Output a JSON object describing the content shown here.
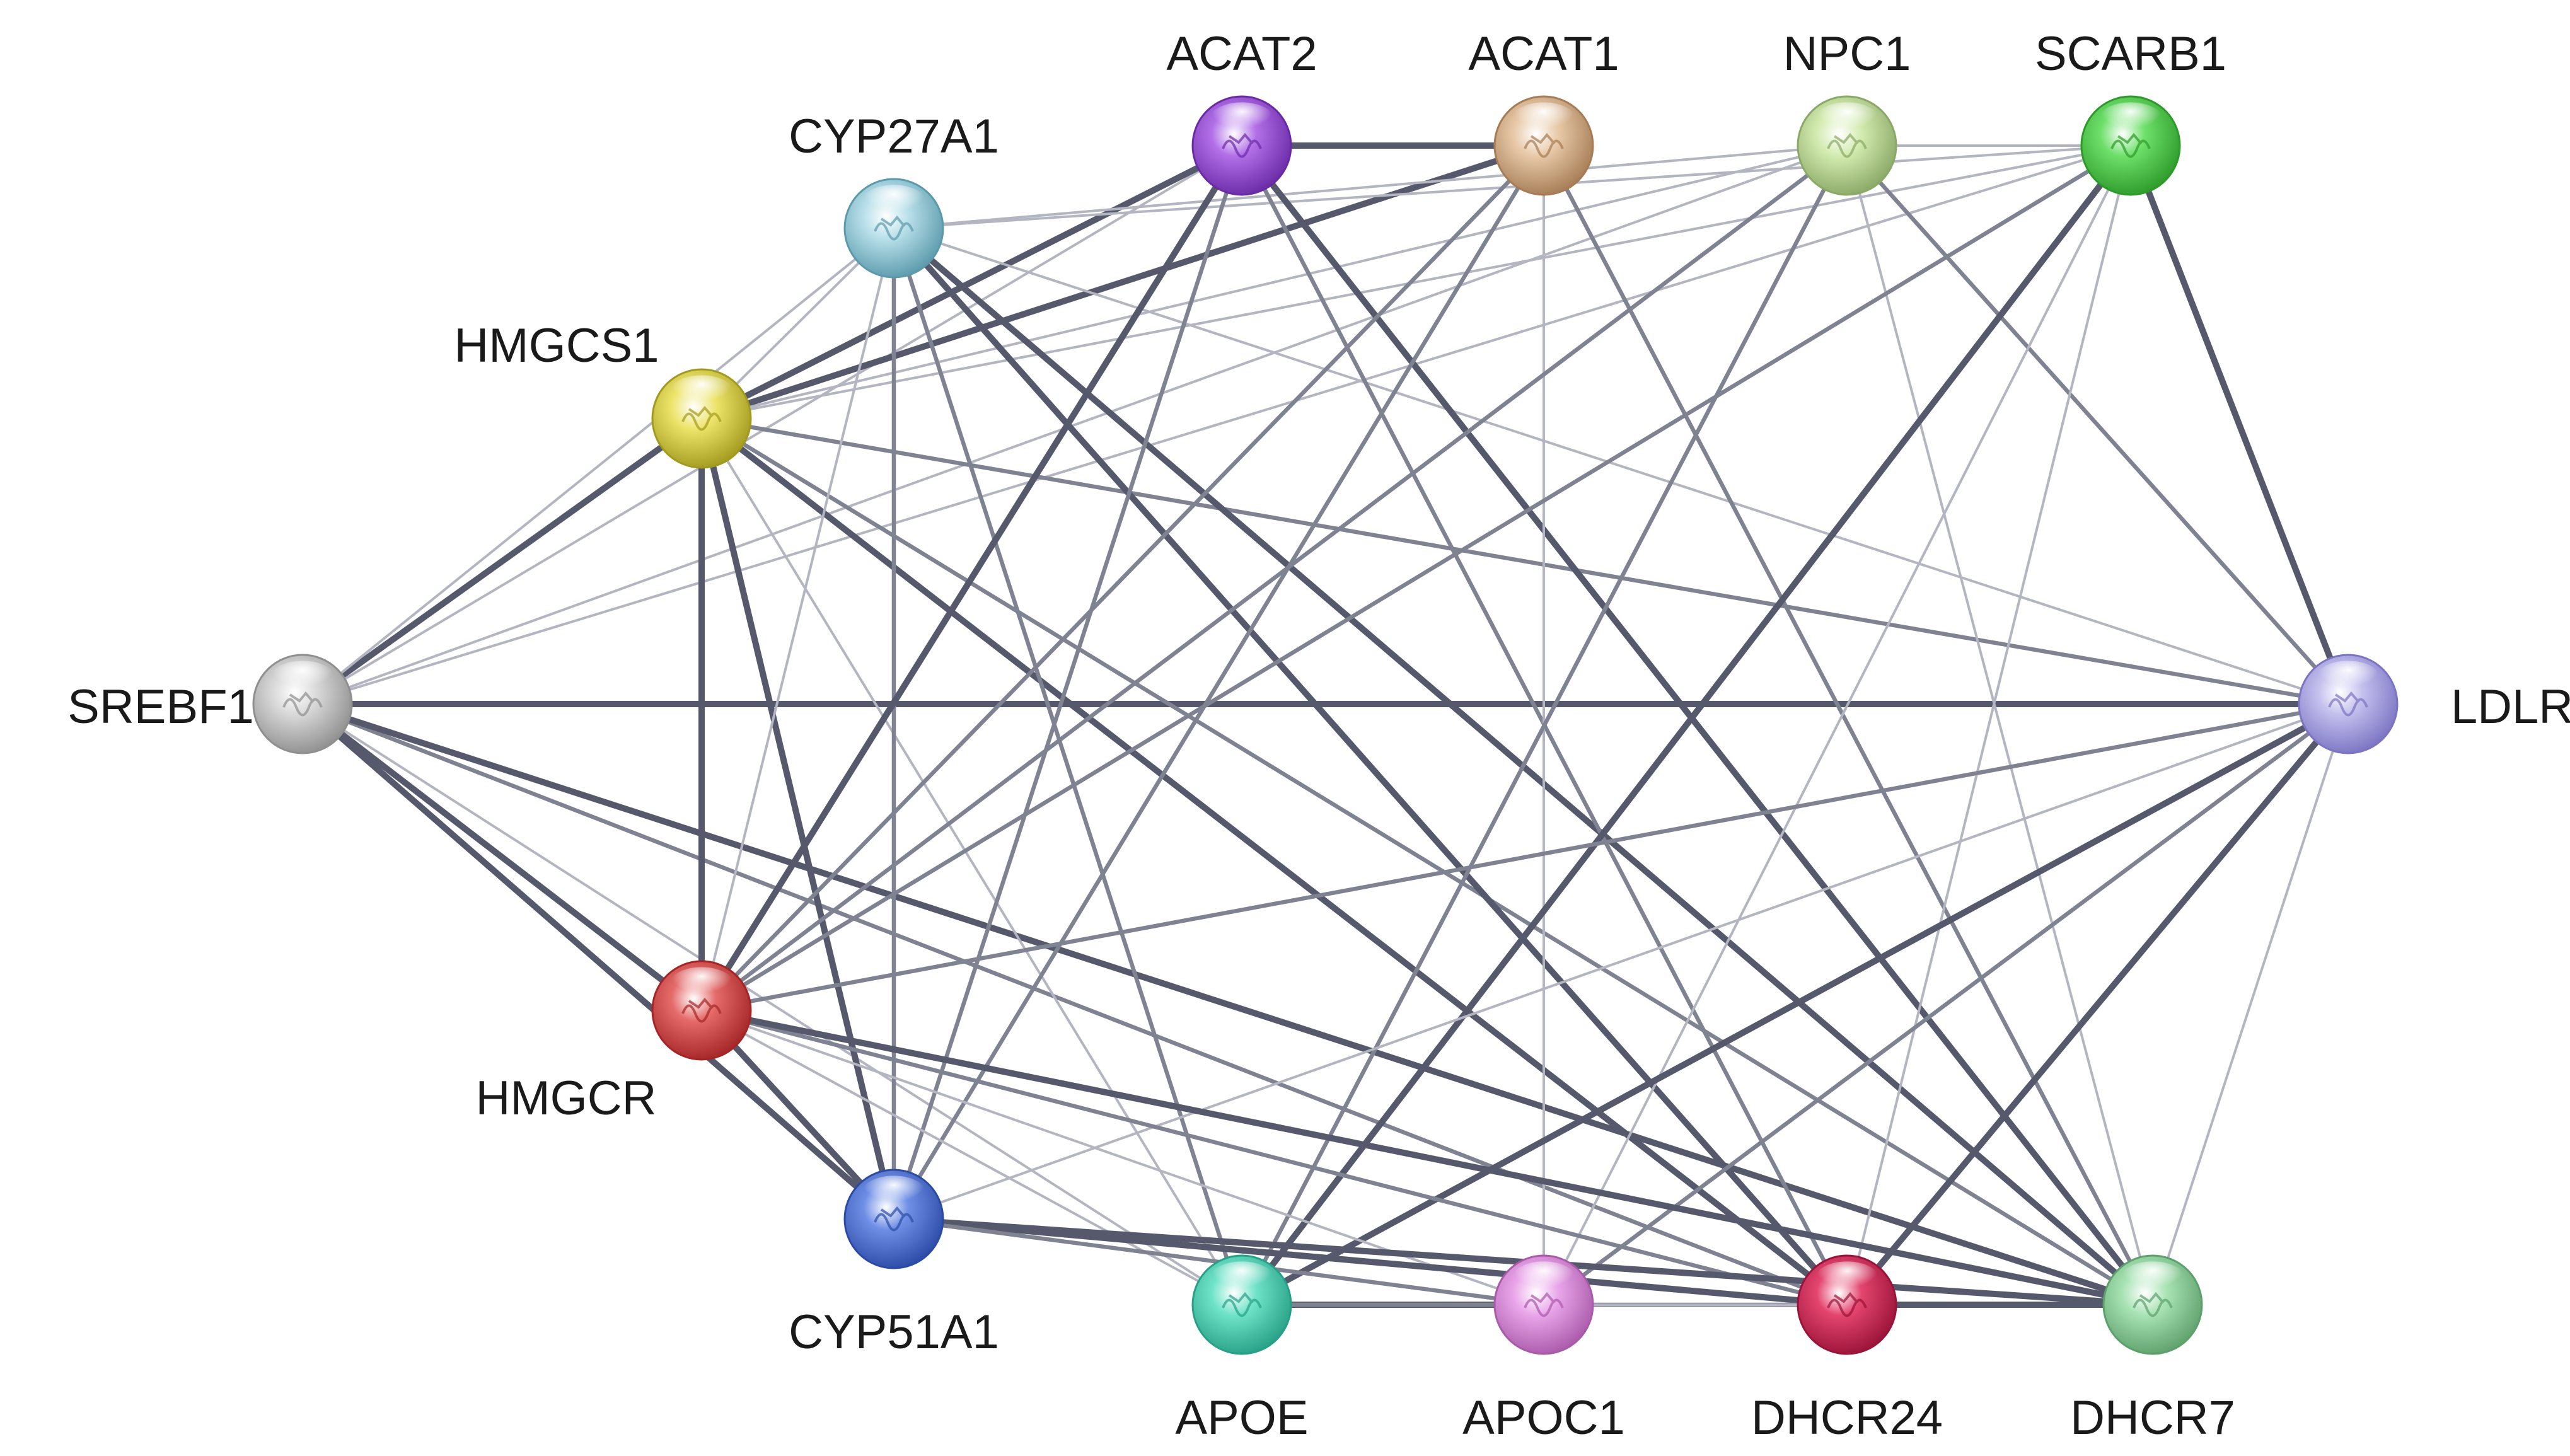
{
  "nodes": [
    {
      "id": "SREBF1",
      "label": "SREBF1",
      "color": "#d9d9d9",
      "dark": "#8f8f8f",
      "label_side": "left"
    },
    {
      "id": "HMGCS1",
      "label": "HMGCS1",
      "color": "#ede46a",
      "dark": "#a29a1e",
      "label_side": "above-left"
    },
    {
      "id": "CYP27A1",
      "label": "CYP27A1",
      "color": "#b9e0ea",
      "dark": "#5b9aab",
      "label_side": "above"
    },
    {
      "id": "ACAT2",
      "label": "ACAT2",
      "color": "#b26fe8",
      "dark": "#6a2aa6",
      "label_side": "above"
    },
    {
      "id": "ACAT1",
      "label": "ACAT1",
      "color": "#e8c9a8",
      "dark": "#a57c55",
      "label_side": "above"
    },
    {
      "id": "NPC1",
      "label": "NPC1",
      "color": "#d3ebb0",
      "dark": "#8aa866",
      "label_side": "above"
    },
    {
      "id": "SCARB1",
      "label": "SCARB1",
      "color": "#6ee06a",
      "dark": "#2d9a2a",
      "label_side": "above"
    },
    {
      "id": "LDLR",
      "label": "LDLR",
      "color": "#c4c0ee",
      "dark": "#7a74c2",
      "label_side": "right"
    },
    {
      "id": "HMGCR",
      "label": "HMGCR",
      "color": "#e56a6a",
      "dark": "#a42525",
      "label_side": "below-left"
    },
    {
      "id": "CYP51A1",
      "label": "CYP51A1",
      "color": "#6f8fe6",
      "dark": "#2a4aa6",
      "label_side": "below"
    },
    {
      "id": "APOE",
      "label": "APOE",
      "color": "#6fe3c8",
      "dark": "#26a086",
      "label_side": "below"
    },
    {
      "id": "APOC1",
      "label": "APOC1",
      "color": "#eaa6ea",
      "dark": "#a95aa9",
      "label_side": "below"
    },
    {
      "id": "DHCR24",
      "label": "DHCR24",
      "color": "#e4456f",
      "dark": "#9a1338",
      "label_side": "below"
    },
    {
      "id": "DHCR7",
      "label": "DHCR7",
      "color": "#a8e3b4",
      "dark": "#5ea06c",
      "label_side": "below"
    }
  ],
  "edge_colors": {
    "strong": "#55596b",
    "medium": "#7e8291",
    "weak": "#b3b6c0"
  },
  "edges": [
    [
      "SREBF1",
      "LDLR",
      "strong"
    ],
    [
      "SREBF1",
      "HMGCS1",
      "strong"
    ],
    [
      "SREBF1",
      "HMGCR",
      "strong"
    ],
    [
      "SREBF1",
      "CYP51A1",
      "strong"
    ],
    [
      "SREBF1",
      "CYP27A1",
      "weak"
    ],
    [
      "SREBF1",
      "ACAT2",
      "weak"
    ],
    [
      "SREBF1",
      "NPC1",
      "weak"
    ],
    [
      "SREBF1",
      "SCARB1",
      "weak"
    ],
    [
      "SREBF1",
      "DHCR24",
      "medium"
    ],
    [
      "SREBF1",
      "DHCR7",
      "strong"
    ],
    [
      "SREBF1",
      "APOE",
      "weak"
    ],
    [
      "HMGCS1",
      "HMGCR",
      "strong"
    ],
    [
      "HMGCS1",
      "CYP51A1",
      "strong"
    ],
    [
      "HMGCS1",
      "ACAT2",
      "strong"
    ],
    [
      "HMGCS1",
      "ACAT1",
      "strong"
    ],
    [
      "HMGCS1",
      "CYP27A1",
      "weak"
    ],
    [
      "HMGCS1",
      "NPC1",
      "weak"
    ],
    [
      "HMGCS1",
      "SCARB1",
      "weak"
    ],
    [
      "HMGCS1",
      "LDLR",
      "medium"
    ],
    [
      "HMGCS1",
      "DHCR24",
      "strong"
    ],
    [
      "HMGCS1",
      "DHCR7",
      "medium"
    ],
    [
      "HMGCS1",
      "APOE",
      "weak"
    ],
    [
      "CYP27A1",
      "CYP51A1",
      "medium"
    ],
    [
      "CYP27A1",
      "HMGCR",
      "weak"
    ],
    [
      "CYP27A1",
      "DHCR24",
      "strong"
    ],
    [
      "CYP27A1",
      "DHCR7",
      "strong"
    ],
    [
      "CYP27A1",
      "APOE",
      "medium"
    ],
    [
      "CYP27A1",
      "NPC1",
      "weak"
    ],
    [
      "CYP27A1",
      "SCARB1",
      "weak"
    ],
    [
      "CYP27A1",
      "LDLR",
      "weak"
    ],
    [
      "ACAT2",
      "ACAT1",
      "strong"
    ],
    [
      "ACAT2",
      "HMGCR",
      "strong"
    ],
    [
      "ACAT2",
      "CYP51A1",
      "medium"
    ],
    [
      "ACAT2",
      "DHCR24",
      "medium"
    ],
    [
      "ACAT2",
      "DHCR7",
      "strong"
    ],
    [
      "ACAT1",
      "HMGCR",
      "medium"
    ],
    [
      "ACAT1",
      "CYP51A1",
      "medium"
    ],
    [
      "ACAT1",
      "DHCR7",
      "medium"
    ],
    [
      "ACAT1",
      "APOC1",
      "weak"
    ],
    [
      "NPC1",
      "HMGCR",
      "medium"
    ],
    [
      "NPC1",
      "SCARB1",
      "weak"
    ],
    [
      "NPC1",
      "LDLR",
      "medium"
    ],
    [
      "NPC1",
      "DHCR7",
      "weak"
    ],
    [
      "NPC1",
      "APOE",
      "medium"
    ],
    [
      "SCARB1",
      "LDLR",
      "strong"
    ],
    [
      "SCARB1",
      "APOE",
      "strong"
    ],
    [
      "SCARB1",
      "HMGCR",
      "medium"
    ],
    [
      "SCARB1",
      "APOC1",
      "weak"
    ],
    [
      "SCARB1",
      "DHCR24",
      "weak"
    ],
    [
      "LDLR",
      "HMGCR",
      "medium"
    ],
    [
      "LDLR",
      "APOE",
      "strong"
    ],
    [
      "LDLR",
      "DHCR24",
      "strong"
    ],
    [
      "LDLR",
      "DHCR7",
      "weak"
    ],
    [
      "LDLR",
      "APOC1",
      "medium"
    ],
    [
      "LDLR",
      "CYP51A1",
      "weak"
    ],
    [
      "HMGCR",
      "CYP51A1",
      "strong"
    ],
    [
      "HMGCR",
      "DHCR24",
      "medium"
    ],
    [
      "HMGCR",
      "DHCR7",
      "strong"
    ],
    [
      "HMGCR",
      "APOE",
      "weak"
    ],
    [
      "HMGCR",
      "APOC1",
      "weak"
    ],
    [
      "CYP51A1",
      "DHCR24",
      "strong"
    ],
    [
      "CYP51A1",
      "DHCR7",
      "strong"
    ],
    [
      "CYP51A1",
      "APOC1",
      "medium"
    ],
    [
      "APOE",
      "APOC1",
      "strong"
    ],
    [
      "APOE",
      "DHCR24",
      "medium"
    ],
    [
      "APOC1",
      "DHCR24",
      "weak"
    ],
    [
      "DHCR24",
      "DHCR7",
      "strong"
    ]
  ]
}
